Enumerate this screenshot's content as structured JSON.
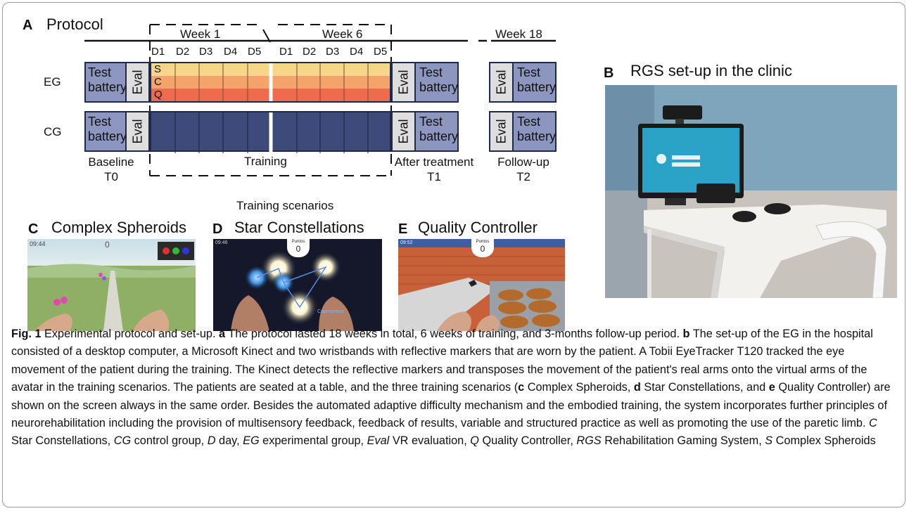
{
  "panel_a": {
    "letter": "A",
    "title": "Protocol",
    "week1": "Week 1",
    "week6": "Week 6",
    "week18": "Week 18",
    "days_left": [
      "D1",
      "D2",
      "D3",
      "D4",
      "D5"
    ],
    "days_right": [
      "D1",
      "D2",
      "D3",
      "D4",
      "D5"
    ],
    "row_eg": "EG",
    "row_cg": "CG",
    "test_battery": "Test battery",
    "test": "Test",
    "battery": "battery",
    "eval": "Eval",
    "bands": [
      "S",
      "C",
      "Q"
    ],
    "label_baseline": "Baseline",
    "label_t0": "T0",
    "label_training": "Training",
    "label_after": "After treatment",
    "label_t1": "T1",
    "label_followup": "Follow-up",
    "label_t2": "T2"
  },
  "panel_b": {
    "letter": "B",
    "title": "RGS set-up in the clinic"
  },
  "scenarios": {
    "heading": "Training scenarios",
    "c": {
      "letter": "C",
      "title": "Complex Spheroids",
      "time": "09:44",
      "score": "0"
    },
    "d": {
      "letter": "D",
      "title": "Star Constellations",
      "time": "09:46",
      "points_label": "Puntos",
      "points": "0",
      "constellation": "Capricornus"
    },
    "e": {
      "letter": "E",
      "title": "Quality Controller",
      "time": "09:52",
      "points_label": "Puntos",
      "points": "0"
    }
  },
  "caption": {
    "fig": "Fig. 1",
    "intro": " Experimental protocol and set-up. ",
    "a": "a",
    "a_text": " The protocol lasted 18 weeks in total, 6 weeks of training, and 3-months follow-up period. ",
    "b": "b",
    "b_text": " The set-up of the EG in the hospital consisted of a desktop computer, a Microsoft Kinect and two wristbands with reflective markers that are worn by the patient. A Tobii EyeTracker T120 tracked the eye movement of the patient during the training. The Kinect detects the reflective markers and transposes the movement of the patient's real arms onto the virtual arms of the avatar in the training scenarios. The patients are seated at a table, and the three training scenarios (",
    "c": "c",
    "c_text": " Complex Spheroids, ",
    "d": "d",
    "d_text": " Star Constellations, and ",
    "e": "e",
    "e_text": " Quality Controller) are shown on the screen always in the same order. Besides the automated adaptive difficulty mechanism and the embodied training, the system incorporates further principles of neurorehabilitation including the provision of multisensory feedback, feedback of results, variable and structured practice as well as promoting the use of the paretic limb. ",
    "abbr": [
      {
        "k": "C",
        "v": " Star Constellations, "
      },
      {
        "k": "CG",
        "v": " control group, "
      },
      {
        "k": "D",
        "v": " day, "
      },
      {
        "k": "EG",
        "v": " experimental group, "
      },
      {
        "k": "Eval",
        "v": " VR evaluation, "
      },
      {
        "k": "Q",
        "v": " Quality Controller, "
      },
      {
        "k": "RGS",
        "v": " Rehabilitation Gaming System, "
      },
      {
        "k": "S",
        "v": " Complex Spheroids"
      }
    ]
  },
  "colors": {
    "yellow": "#f7d58a",
    "orange": "#f4a36a",
    "red": "#ee6b4e",
    "navy": "#3d4a7a",
    "blue_box": "#8c96be",
    "grey_box": "#dedede"
  }
}
